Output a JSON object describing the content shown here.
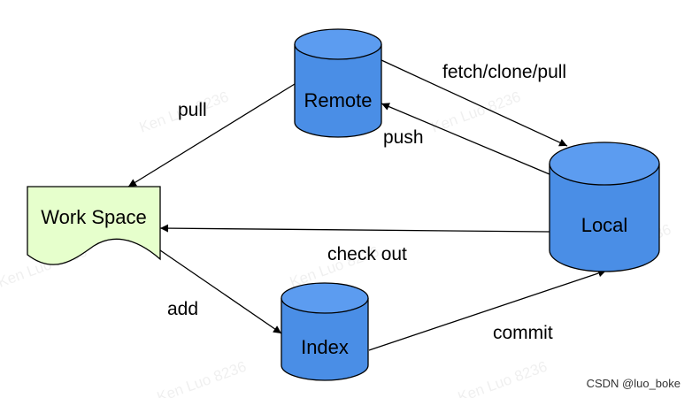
{
  "nodes": {
    "remote": {
      "label": "Remote"
    },
    "local": {
      "label": "Local"
    },
    "index": {
      "label": "Index"
    },
    "workspace": {
      "label": "Work Space"
    }
  },
  "edges": {
    "fetch": {
      "label": "fetch/clone/pull"
    },
    "push": {
      "label": "push"
    },
    "pull": {
      "label": "pull"
    },
    "checkout": {
      "label": "check out"
    },
    "add": {
      "label": "add"
    },
    "commit": {
      "label": "commit"
    }
  },
  "watermark": {
    "text": "Ken Luo 8236"
  },
  "credit": {
    "text": "CSDN @luo_boke"
  },
  "colors": {
    "cylinder_fill": "#4a8ee6",
    "cylinder_top": "#5c9cf0",
    "cylinder_stroke": "#000000",
    "document_fill": "#e6ffcc",
    "line": "#000000"
  }
}
